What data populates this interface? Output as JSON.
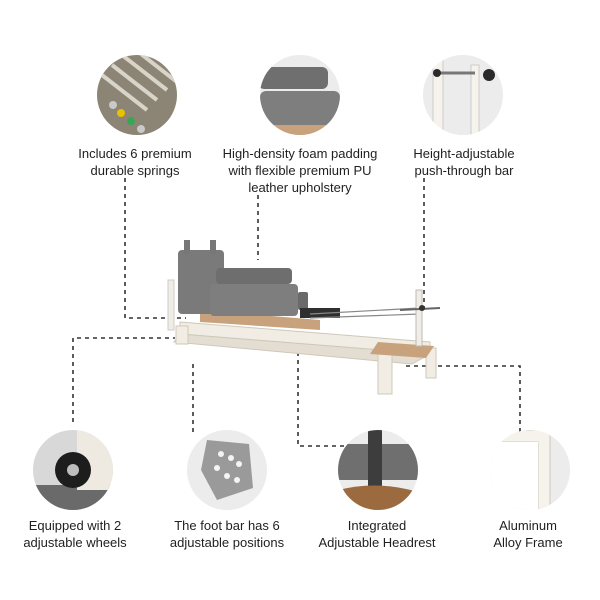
{
  "features": [
    {
      "id": "springs",
      "label_lines": [
        "Includes 6 premium",
        "durable springs"
      ]
    },
    {
      "id": "padding",
      "label_lines": [
        "High-density foam padding",
        "with flexible premium PU",
        "leather upholstery"
      ]
    },
    {
      "id": "pushbar",
      "label_lines": [
        "Height-adjustable",
        "push-through bar"
      ]
    },
    {
      "id": "wheels",
      "label_lines": [
        "Equipped with 2",
        "adjustable wheels"
      ]
    },
    {
      "id": "footbar",
      "label_lines": [
        "The foot bar has 6",
        "adjustable positions"
      ]
    },
    {
      "id": "headrest",
      "label_lines": [
        "Integrated",
        "Adjustable Headrest"
      ]
    },
    {
      "id": "frame",
      "label_lines": [
        "Aluminum",
        "Alloy Frame"
      ]
    }
  ],
  "colors": {
    "upholstery": "#7a7a7a",
    "frame": "#f1ede4",
    "wood": "#c8a27c",
    "line": "#333333"
  }
}
